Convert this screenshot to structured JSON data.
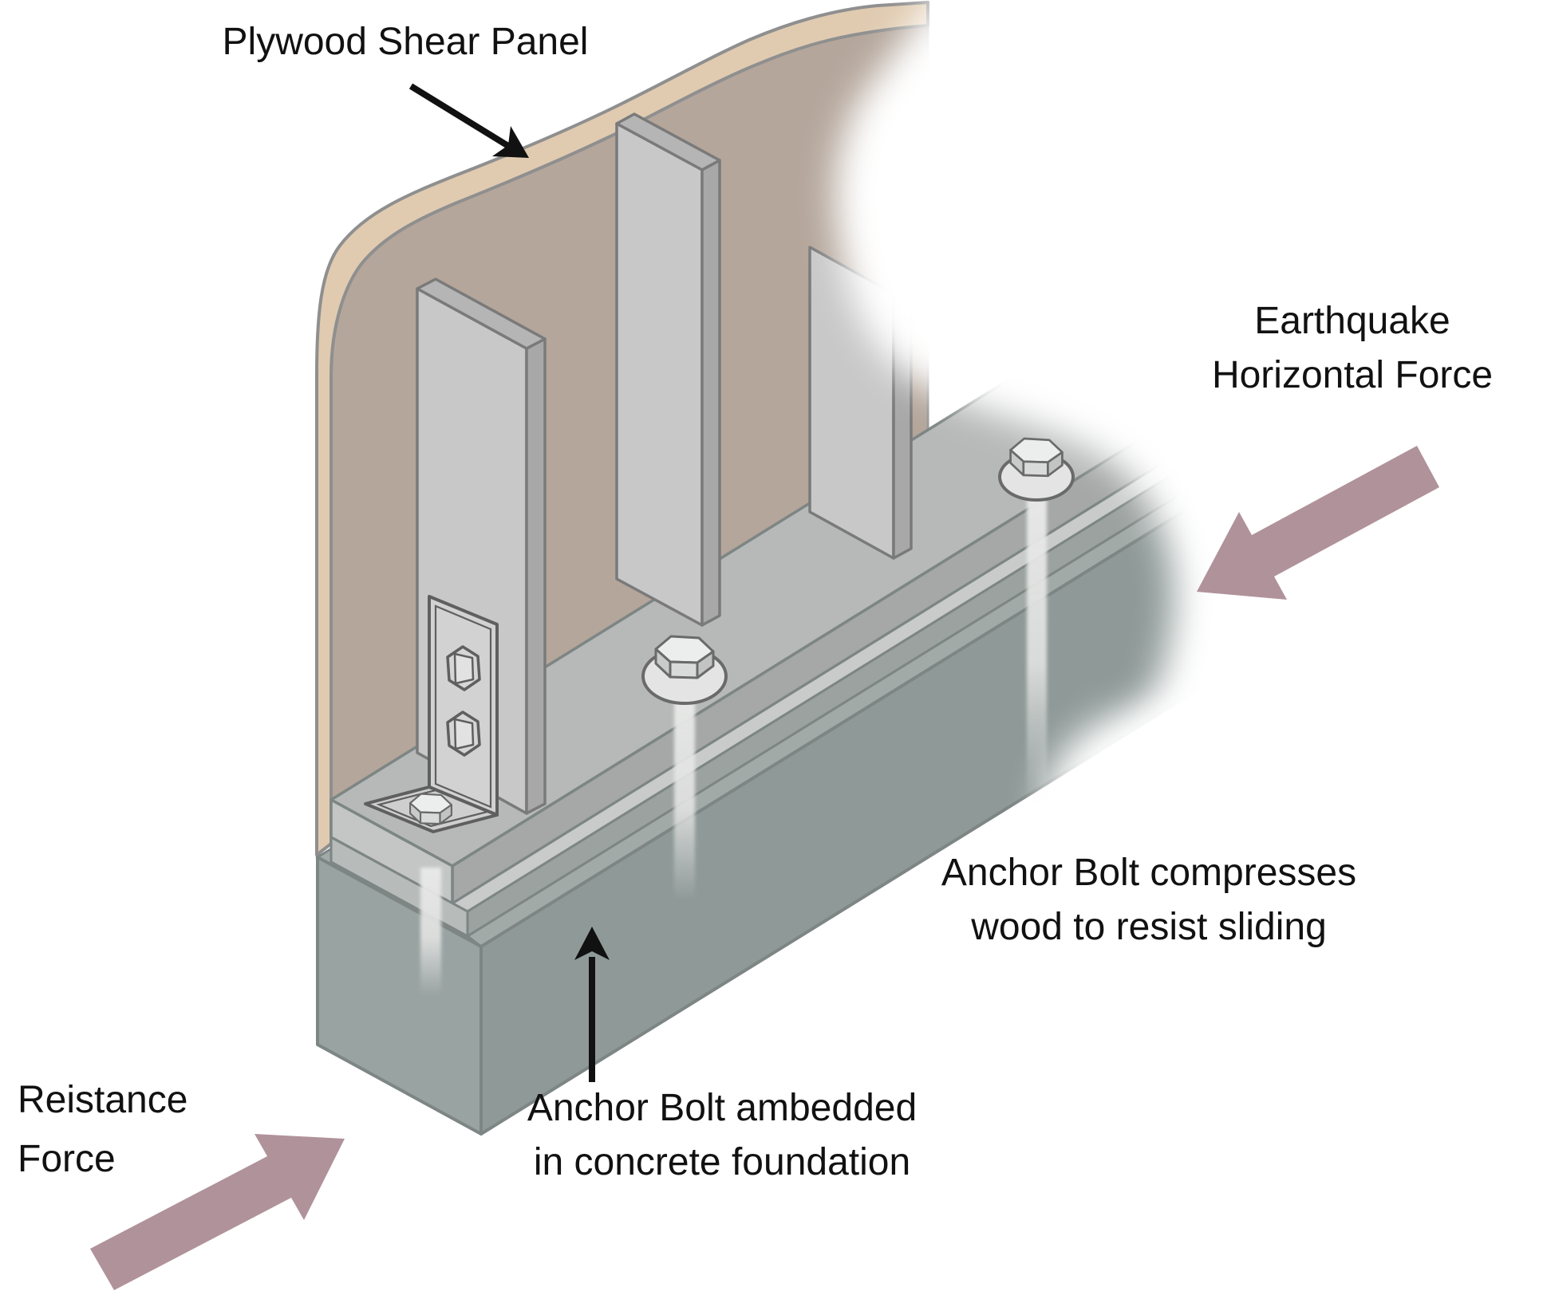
{
  "page": {
    "background": "#ffffff"
  },
  "labels": {
    "plywood_panel": "Plywood Shear Panel",
    "earthquake": {
      "line1": "Earthquake",
      "line2": "Horizontal Force"
    },
    "anchor_compress": {
      "line1": "Anchor Bolt compresses",
      "line2": "wood to resist sliding"
    },
    "anchor_embedded": {
      "line1": "Anchor Bolt ambedded",
      "line2": "in concrete foundation"
    },
    "resistance": {
      "line1": "Reistance",
      "line2": "Force"
    }
  },
  "colors": {
    "text": "#111111",
    "arrow_black": "#111111",
    "force_arrow_pink": "#b0929b",
    "panel_face": "#b4a69b",
    "panel_edge_tan": "#e0cbb1",
    "panel_outline": "#8f8f8f",
    "stud_face": "#c8c8c8",
    "stud_side": "#a8a8a8",
    "stud_top": "#b5b5b5",
    "stud_outline": "#7a7a7a",
    "bracket_plate": "#d2d2d2",
    "bracket_outline": "#5f5f5f",
    "bolt_fill": "#dcdcdc",
    "bolt_outline": "#666666",
    "washer_fill": "#e3e4e3",
    "plate_top": "#b6b9b8",
    "plate_front": "#a5a8a7",
    "plate_end": "#c3c6c5",
    "mudsill_top": "#c8cbca",
    "mudsill_front": "#9ca2a0",
    "mudsill_end": "#b7bcba",
    "concrete_top": "#a2aaa8",
    "concrete_front": "#8f9a98",
    "concrete_end": "#99a3a1",
    "concrete_outline": "#7d8684"
  }
}
